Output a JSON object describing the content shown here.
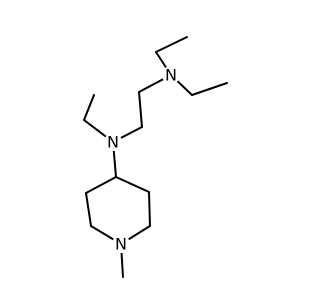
{
  "atoms": [
    {
      "id": "n-amine-top",
      "label": "N"
    },
    {
      "id": "n-amine-mid",
      "label": "N"
    },
    {
      "id": "n-piperidine",
      "label": "N"
    }
  ],
  "colors": {
    "bond": "#000000",
    "background": "#ffffff"
  }
}
